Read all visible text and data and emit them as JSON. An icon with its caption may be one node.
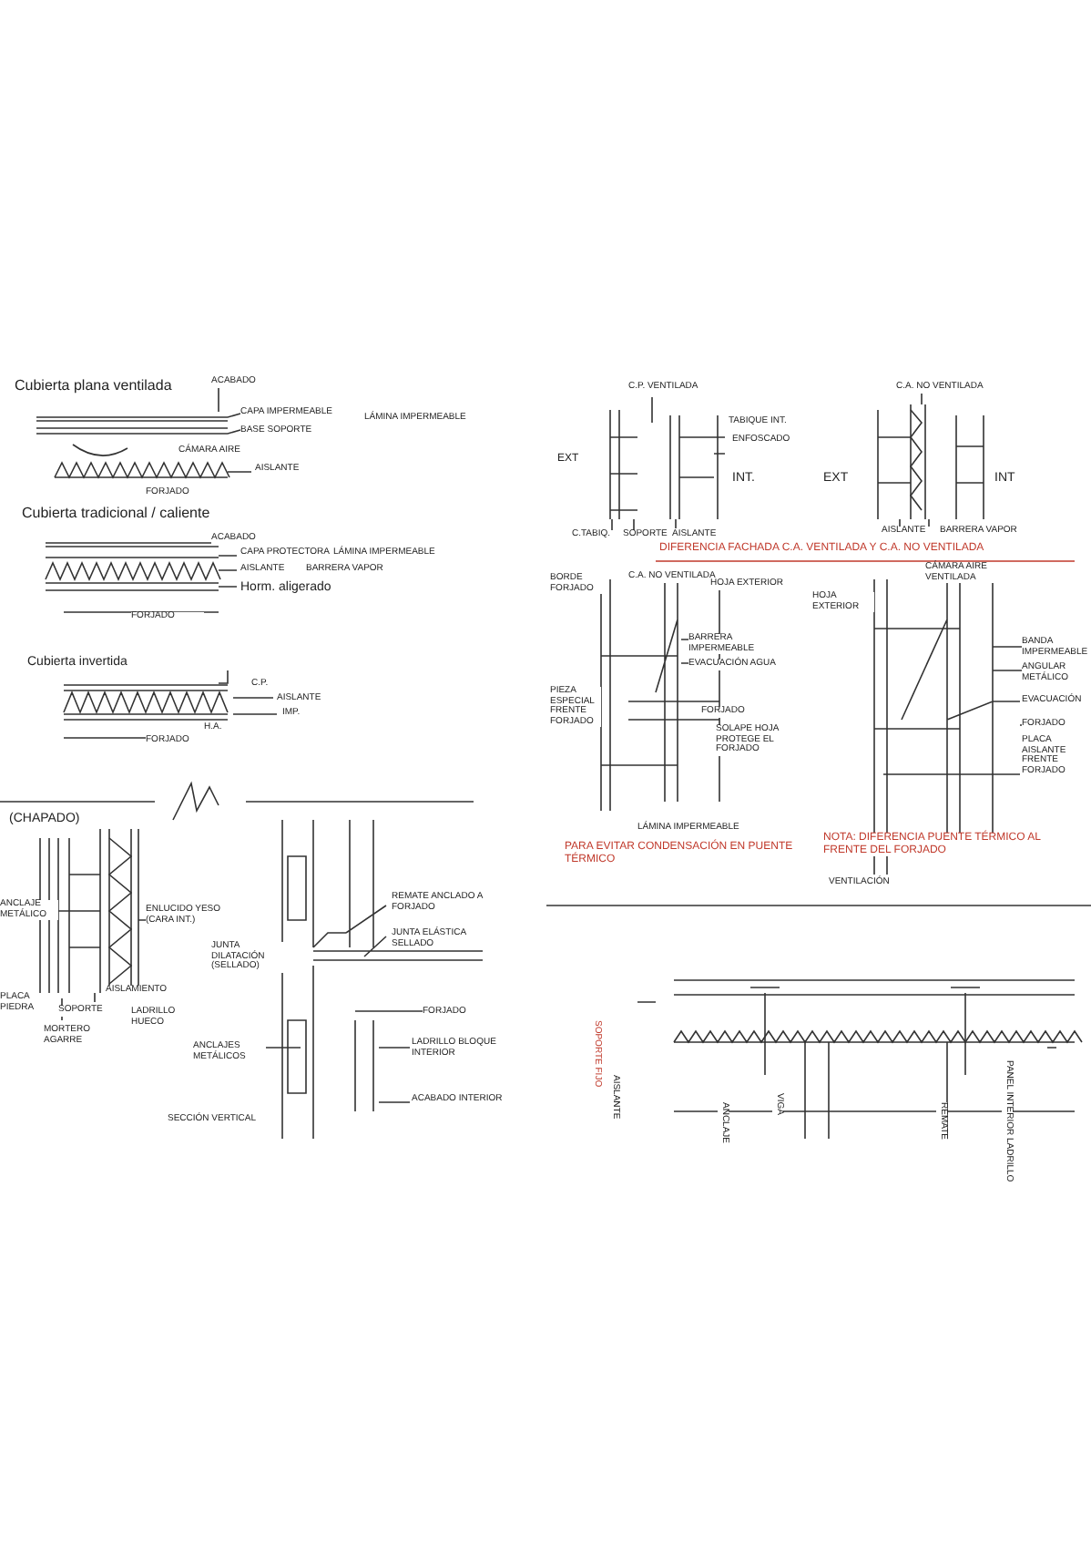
{
  "diagram": {
    "labels": [
      "Cubierta plana ventilada",
      "ACABADO",
      "CAPA IMPERMEABLE",
      "LÁMINA IMPERMEABLE",
      "BASE SOPORTE",
      "CÁMARA AIRE",
      "AISLANTE",
      "FORJADO",
      "Cubierta tradicional / caliente",
      "ACABADO",
      "CAPA PROTECTORA",
      "LÁMINA IMPERMEABLE",
      "AISLANTE",
      "BARRERA VAPOR",
      "Horm. aligerado",
      "FORJADO",
      "Cubierta invertida",
      "C.P.",
      "AISLANTE",
      "IMP.",
      "H.A.",
      "FORJADO",
      "(CHAPADO)",
      "ANCLAJE METÁLICO",
      "ENLUCIDO YESO (CARA INT.)",
      "PLACA PIEDRA",
      "SOPORTE",
      "AISLAMIENTO",
      "LADRILLO HUECO",
      "MORTERO AGARRE",
      "REMATE ANCLADO A FORJADO",
      "JUNTA ELÁSTICA SELLADO",
      "JUNTA DILATACIÓN (SELLADO)",
      "FORJADO",
      "ANCLAJES METÁLICOS",
      "LADRILLO BLOQUE INTERIOR",
      "ACABADO INTERIOR",
      "SECCIÓN VERTICAL",
      "C.P. VENTILADA",
      "EXT",
      "TABIQUE INT.",
      "ENFOSCADO",
      "INT.",
      "C.TABIQ.",
      "SOPORTE",
      "AISLANTE",
      "C.A. NO VENTILADA",
      "EXT",
      "INT",
      "AISLANTE",
      "BARRERA VAPOR",
      "DIFERENCIA FACHADA C.A. VENTILADA Y C.A. NO VENTILADA",
      "BORDE FORJADO",
      "C.A. NO VENTILADA",
      "HOJA EXTERIOR",
      "BARRERA IMPERMEABLE",
      "EVACUACIÓN AGUA",
      "PIEZA ESPECIAL FRENTE FORJADO",
      "FORJADO",
      "SOLAPE HOJA PROTEGE EL FORJADO",
      "LÁMINA IMPERMEABLE",
      "PARA EVITAR CONDENSACIÓN EN PUENTE TÉRMICO",
      "CÁMARA AIRE VENTILADA",
      "HOJA EXTERIOR",
      "BANDA IMPERMEABLE",
      "ANGULAR METÁLICO",
      "EVACUACIÓN",
      "FORJADO",
      "PLACA AISLANTE FRENTE FORJADO",
      "NOTA: DIFERENCIA PUENTE TÉRMICO AL FRENTE DEL FORJADO",
      "VENTILACIÓN",
      "SOPORTE FIJO",
      "AISLANTE",
      "ANCLAJE",
      "VIGA",
      "REMATE",
      "PANEL INTERIOR LADRILLO"
    ]
  }
}
